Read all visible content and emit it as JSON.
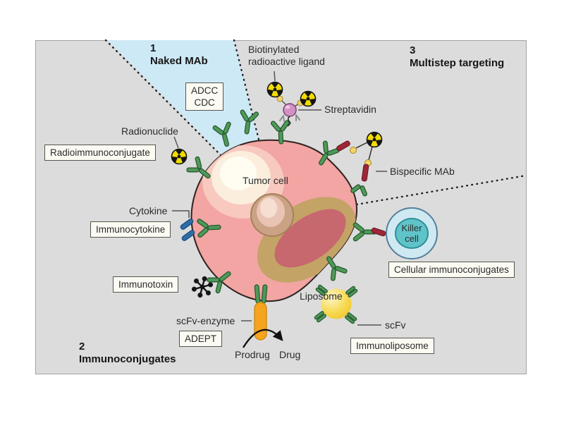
{
  "figure": {
    "background": "#ffffff",
    "panel_bg": "#dcdcdc",
    "wedge_color": "#cde9f6"
  },
  "sections": {
    "naked": {
      "number": "1",
      "title": "Naked MAb"
    },
    "immunoconjugates": {
      "number": "2",
      "title": "Immunoconjugates"
    },
    "multistep": {
      "number": "3",
      "title": "Multistep targeting"
    }
  },
  "labels": {
    "adcc": "ADCC",
    "cdc": "CDC",
    "biotinylated_1": "Biotinylated",
    "biotinylated_2": "radioactive ligand",
    "streptavidin": "Streptavidin",
    "radionuclide": "Radionuclide",
    "radioimmunoconjugate": "Radioimmunoconjugate",
    "bispecific_mab": "Bispecific MAb",
    "tumor_cell": "Tumor cell",
    "cytokine": "Cytokine",
    "immunocytokine": "Immunocytokine",
    "killer_1": "Killer",
    "killer_2": "cell",
    "cellular_immunoconjugates": "Cellular immunoconjugates",
    "immunotoxin": "Immunotoxin",
    "liposome": "Liposome",
    "scfv_enzyme": "scFv-enzyme",
    "adept": "ADEPT",
    "prodrug": "Prodrug",
    "drug": "Drug",
    "scfv": "scFv",
    "immunoliposome": "Immunoliposome"
  },
  "colors": {
    "antibody_green": "#4e9a58",
    "tumor_pink": "#f2a5a3",
    "killer_teal": "#5fc4c9",
    "liposome_yellow": "#f6d84e",
    "radioactive_yellow": "#f2dc00",
    "cytokine_blue": "#2e6da8",
    "enzyme_orange": "#f6a41f",
    "bispecific_red": "#9e2636",
    "streptavidin_pink": "#d391c6"
  }
}
